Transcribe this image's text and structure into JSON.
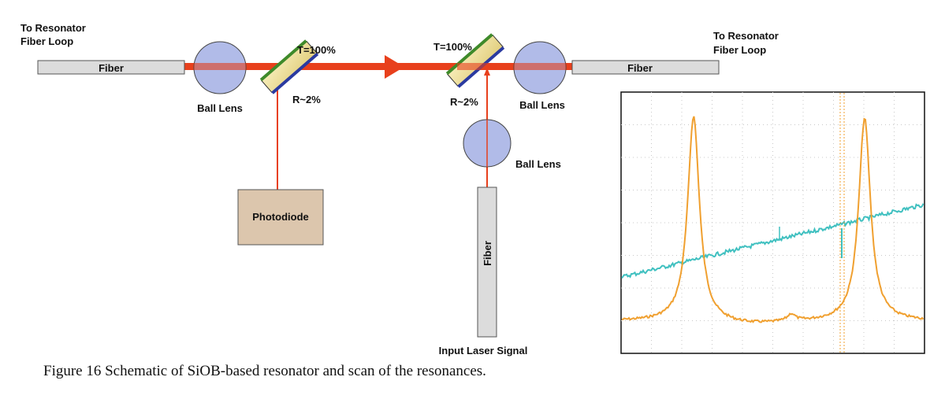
{
  "labels": {
    "left_resonator": [
      "To Resonator",
      "Fiber Loop"
    ],
    "right_resonator": [
      "To Resonator",
      "Fiber Loop"
    ],
    "left_fiber": "Fiber",
    "right_fiber": "Fiber",
    "vertical_fiber": "Fiber",
    "left_ball_lens": "Ball Lens",
    "right_ball_lens": "Ball Lens",
    "lower_ball_lens": "Ball Lens",
    "left_mirror_t": "T=100%",
    "left_mirror_r": "R~2%",
    "right_mirror_t": "T=100%",
    "right_mirror_r": "R~2%",
    "photodiode": "Photodiode",
    "input_signal": "Input Laser Signal"
  },
  "caption": "Figure 16  Schematic of SiOB-based resonator and scan of the resonances.",
  "colors": {
    "beam": "#e8401c",
    "lens_fill": "#a9b4e6",
    "fiber_fill": "#dcdcdc",
    "photodiode_fill": "#dcc6ad",
    "mirror_fill": "#efe2a0",
    "mirror_green": "#3e8a2a",
    "mirror_blue": "#2a3aa0",
    "scope_resonance": "#f0a030",
    "scope_ramp": "#40c0c0"
  }
}
